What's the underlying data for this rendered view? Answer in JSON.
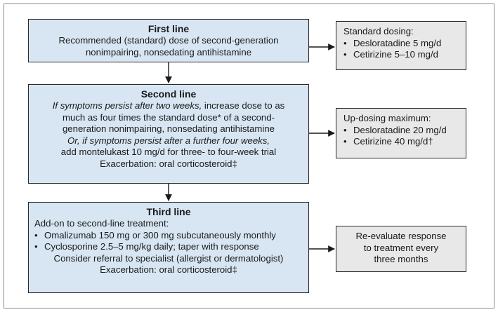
{
  "first": {
    "title": "First line",
    "lines": [
      "Recommended (standard) dose of second-generation",
      "nonimpairing, nonsedating antihistamine"
    ]
  },
  "second": {
    "title": "Second line",
    "italic_lead_1": "If symptoms persist after two weeks,",
    "text_1a": " increase dose to as",
    "line_2": "much as four times the standard dose* of a second-",
    "line_3": "generation nonimpairing, nonsedating antihistamine",
    "italic_lead_2": "Or, if symptoms persist after a further four weeks,",
    "line_5": "add montelukast 10 mg/d for three- to four-week trial",
    "exacerbation": "Exacerbation: oral corticosteroid‡"
  },
  "third": {
    "title": "Third line",
    "intro": "Add-on to second-line treatment:",
    "items": [
      "Omalizumab 150 mg or 300 mg subcutaneously monthly",
      "Cyclosporine 2.5–5 mg/kg daily; taper with response"
    ],
    "referral": "Consider referral to specialist (allergist or dermatologist)",
    "exacerbation": "Exacerbation: oral corticosteroid‡"
  },
  "standard": {
    "title": "Standard dosing:",
    "items": [
      "Desloratadine 5 mg/d",
      "Cetirizine 5–10 mg/d"
    ]
  },
  "updose": {
    "title": "Up-dosing maximum:",
    "items": [
      "Desloratadine 20 mg/d",
      "Cetirizine 40 mg/d†"
    ]
  },
  "reeval": {
    "lines": [
      "Re-evaluate response",
      "to treatment every",
      "three months"
    ]
  },
  "bullet": "•",
  "colors": {
    "step_fill": "#d7e6f2",
    "note_fill": "#e8e8e8",
    "border": "#2a2a2a"
  }
}
